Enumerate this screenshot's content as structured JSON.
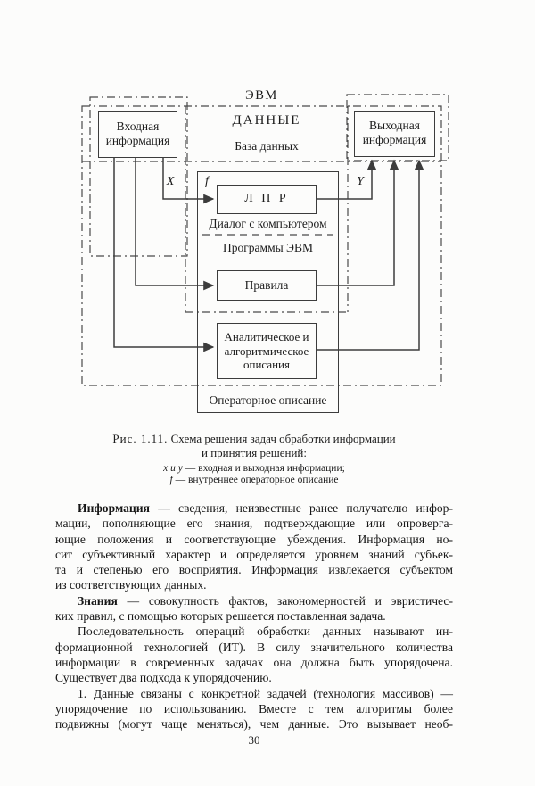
{
  "page": {
    "number": "30"
  },
  "colors": {
    "background": "#fcfcfb",
    "ink": "#1c1c1c",
    "line": "#3c3c3c"
  },
  "diagram": {
    "evm_label": "ЭВМ",
    "data_label": "ДАННЫЕ",
    "database_label": "База данных",
    "input_box": [
      "Входная",
      "информация"
    ],
    "output_box": [
      "Выходная",
      "информация"
    ],
    "x_label": "X",
    "f_label": "f",
    "y_label": "Y",
    "lpr_label": "Л П Р",
    "dialog_label": "Диалог с компьютером",
    "programs_label": "Программы ЭВМ",
    "rules_label": "Правила",
    "analytic_box": [
      "Аналитическое и",
      "алгоритмическое",
      "описания"
    ],
    "operator_label": "Операторное описание"
  },
  "caption": {
    "fig_label": "Рис. 1.11.",
    "title1": "Схема решения задач обработки информации",
    "title2": "и принятия решений:",
    "legend1": {
      "var": "x и y",
      "rest": " — входная и выходная информации;"
    },
    "legend2": {
      "var": "f",
      "rest": " — внутреннее операторное описание"
    }
  },
  "body": {
    "paragraphs": [
      {
        "lead": "Информация",
        "lines": [
          " — сведения, неизвестные ранее получателю инфор-",
          "мации, пополняющие его знания, подтверждающие или опроверга-",
          "ющие положения и соответствующие убеждения. Информация но-",
          "сит субъективный характер и определяется уровнем знаний субъек-",
          "та и степенью его восприятия. Информация извлекается субъектом",
          "из соответствующих данных."
        ]
      },
      {
        "lead": "Знания",
        "lines": [
          " — совокупность фактов, закономерностей и эвристичес-",
          "ких правил, с помощью которых решается поставленная задача."
        ]
      },
      {
        "lead": "",
        "lines": [
          "Последовательность операций обработки данных называют ин-",
          "формационной технологией (ИТ). В силу значительного количества",
          "информации в современных задачах она должна быть упорядочена.",
          "Существует два подхода к упорядочению."
        ]
      },
      {
        "lead": "",
        "lines": [
          "1. Данные связаны с конкретной задачей (технология массивов) —",
          "упорядочение по использованию. Вместе с тем алгоритмы более",
          "подвижны (могут чаще меняться), чем данные. Это вызывает необ-"
        ]
      }
    ]
  }
}
